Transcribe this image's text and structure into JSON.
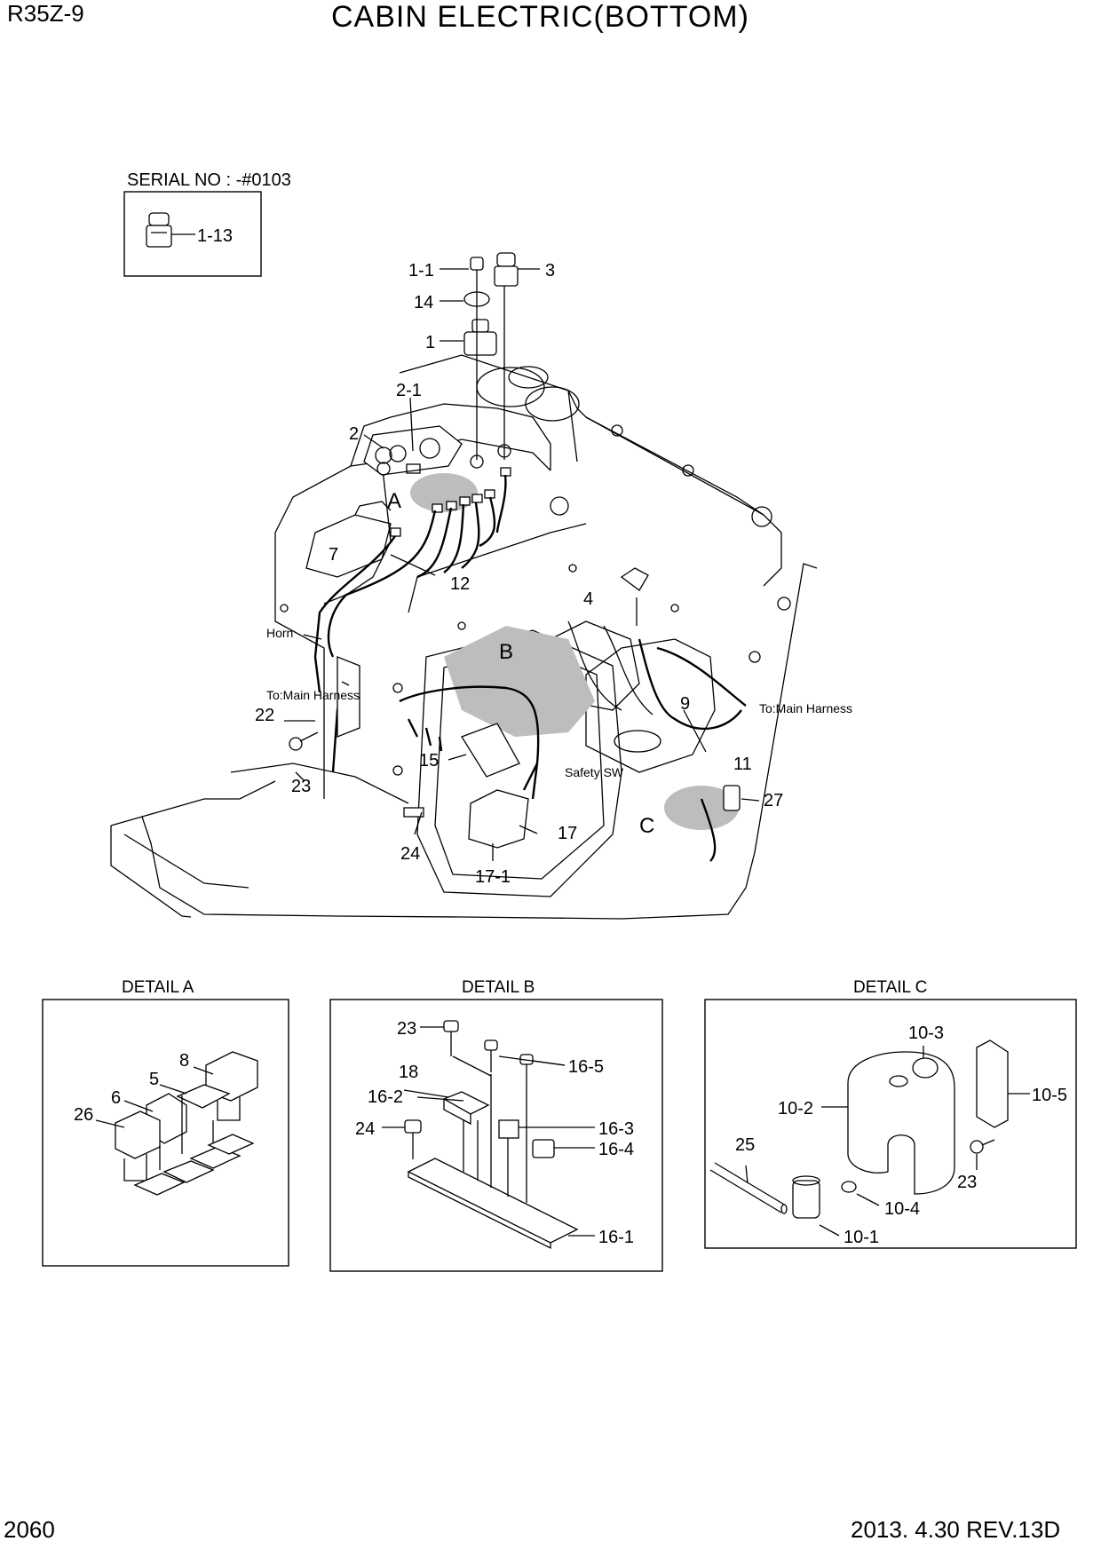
{
  "header": {
    "model": "R35Z-9",
    "title": "CABIN ELECTRIC(BOTTOM)"
  },
  "footer": {
    "page_number": "2060",
    "date_rev": "2013. 4.30  REV.13D"
  },
  "serial_box": {
    "caption": "SERIAL NO : -#0103",
    "part_label": "1-13"
  },
  "main_view": {
    "part_labels": {
      "p1_1": "1-1",
      "p3": "3",
      "p14": "14",
      "p1": "1",
      "p2_1": "2-1",
      "p2": "2",
      "p7": "7",
      "p12": "12",
      "p4": "4",
      "p9": "9",
      "p11": "11",
      "p22": "22",
      "p23": "23",
      "p15": "15",
      "p24": "24",
      "p17": "17",
      "p17_1": "17-1",
      "p27": "27"
    },
    "detail_markers": {
      "a": "A",
      "b": "B",
      "c": "C"
    },
    "notes": {
      "horn": "Horn",
      "to_main_harness_left": "To:Main Harness",
      "to_main_harness_right": "To:Main Harness",
      "safety_sw": "Safety SW"
    }
  },
  "detail_a": {
    "caption": "DETAIL A",
    "labels": {
      "p8": "8",
      "p5": "5",
      "p6": "6",
      "p26": "26"
    }
  },
  "detail_b": {
    "caption": "DETAIL B",
    "labels": {
      "p23": "23",
      "p18": "18",
      "p16_2": "16-2",
      "p24": "24",
      "p16_5": "16-5",
      "p16_3": "16-3",
      "p16_4": "16-4",
      "p16_1": "16-1"
    }
  },
  "detail_c": {
    "caption": "DETAIL C",
    "labels": {
      "p10_3": "10-3",
      "p10_2": "10-2",
      "p10_5": "10-5",
      "p25": "25",
      "p23": "23",
      "p10_4": "10-4",
      "p10_1": "10-1"
    }
  }
}
